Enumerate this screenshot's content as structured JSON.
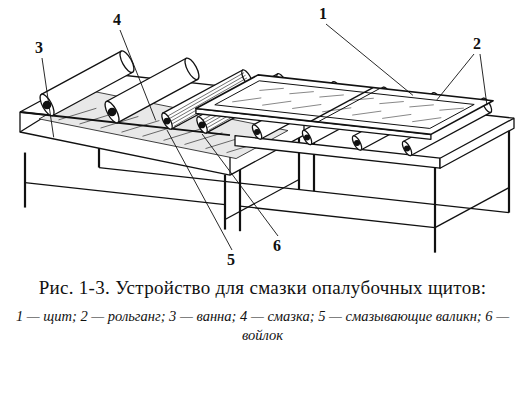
{
  "diagram": {
    "caption": "Рис. 1-3. Устройство для смазки опалубочных щитов:",
    "labels": [
      "1",
      "2",
      "3",
      "4",
      "5",
      "6",
      "1 — щит; 2 — рольганг; 3 — ванна; 4 — смазка; 5 — смазывающие валикн; 6 — войлок"
    ]
  }
}
